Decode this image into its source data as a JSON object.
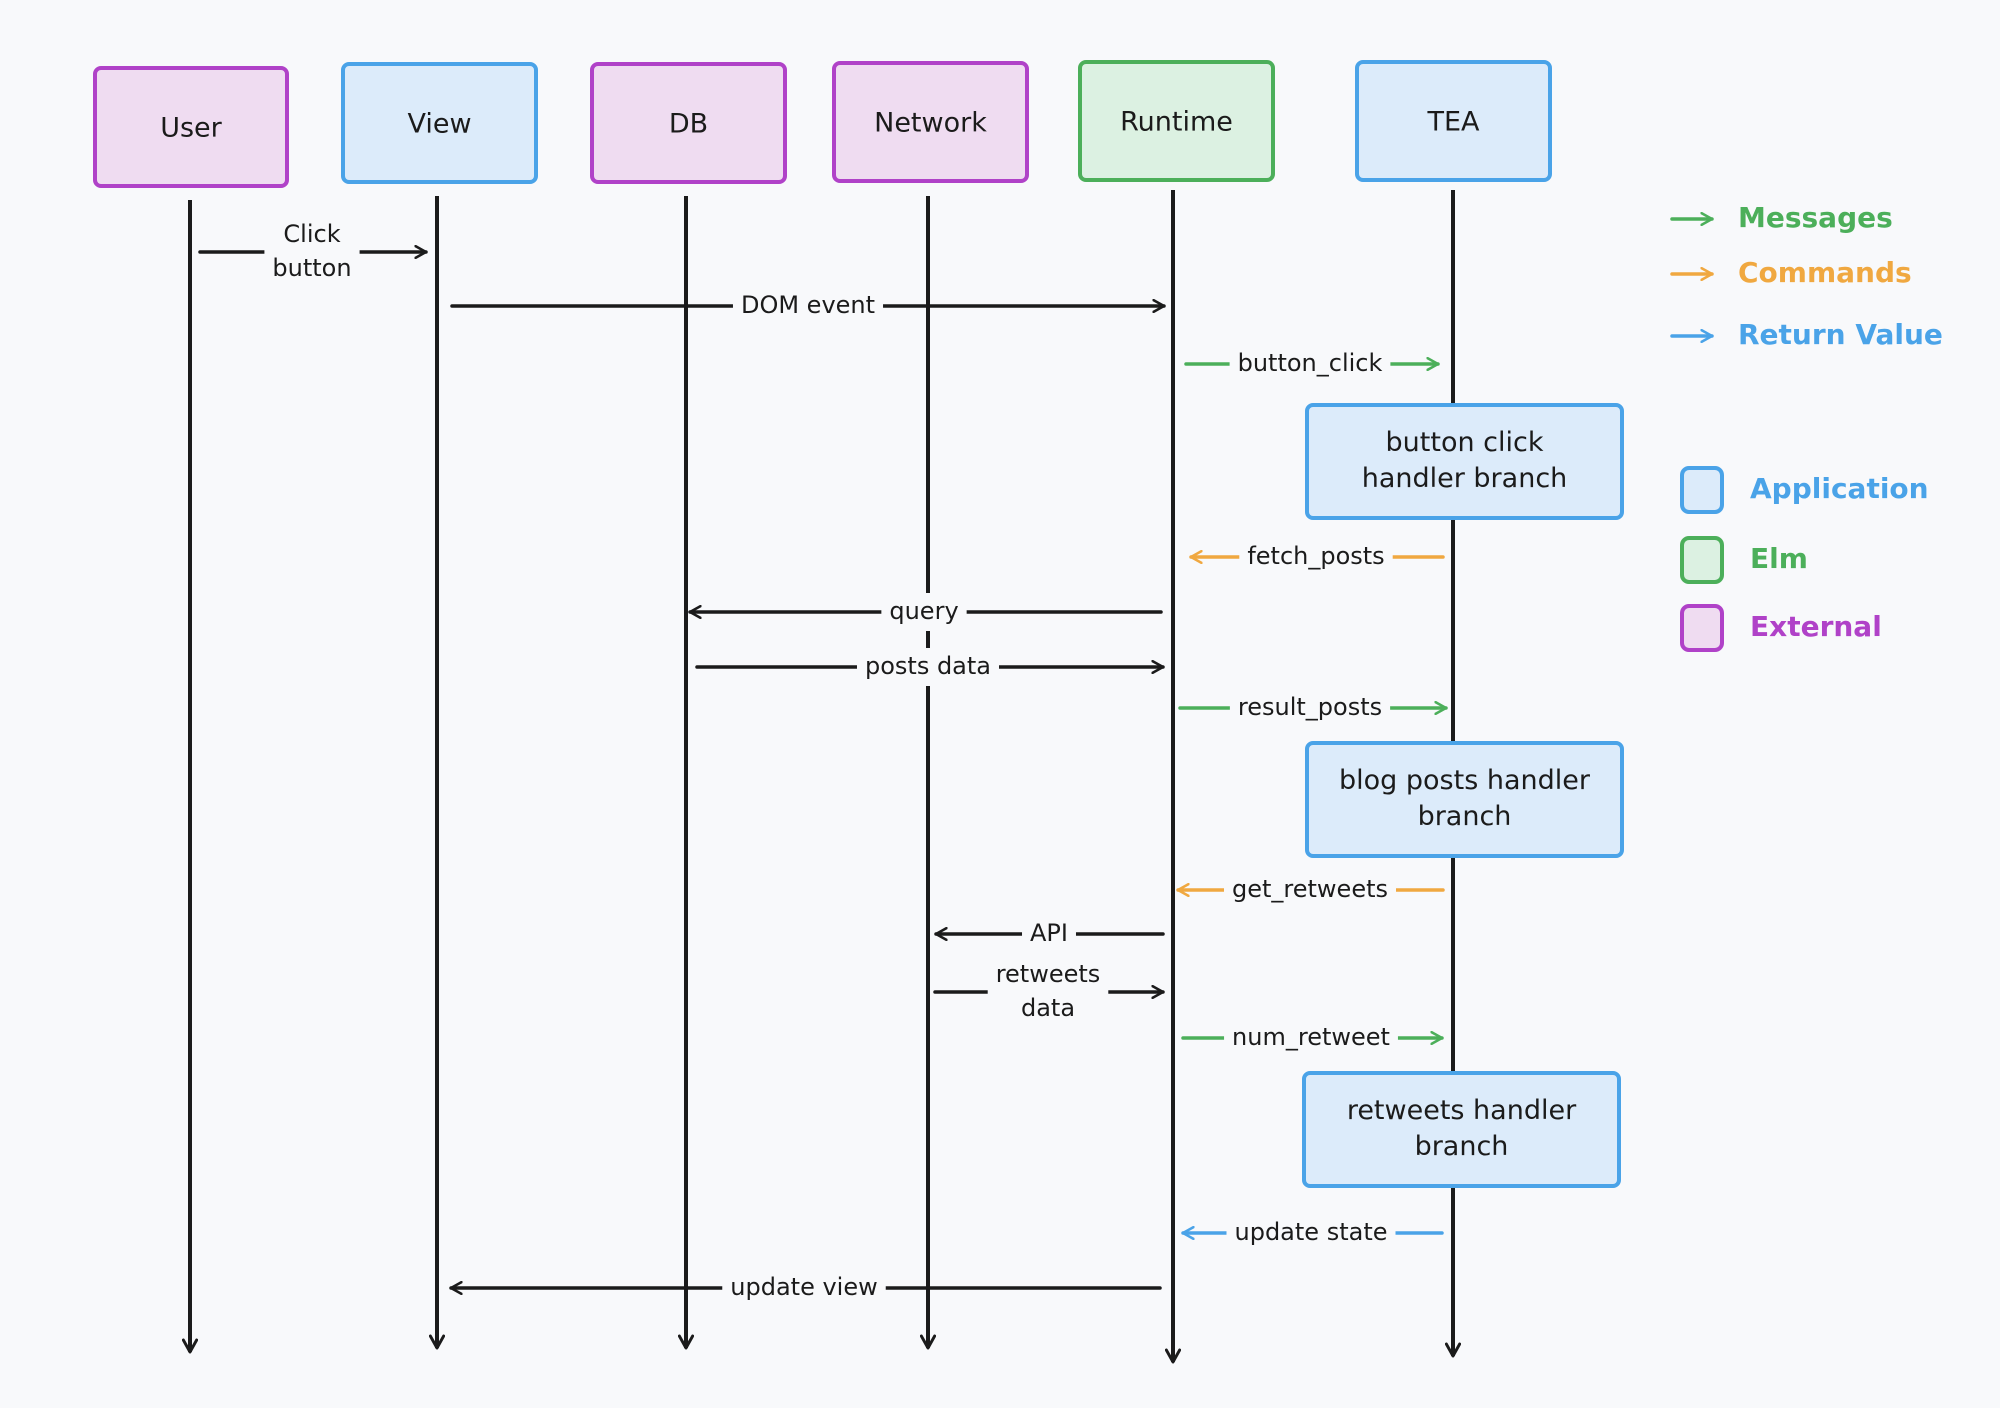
{
  "colors": {
    "black": "#1b1b1b",
    "messages": "#4caf5a",
    "commands": "#f0a840",
    "return_value": "#4aa3e8",
    "application_fill": "#dcebfa",
    "application_stroke": "#4aa3e8",
    "elm_fill": "#dcf1e2",
    "elm_stroke": "#4caf5a",
    "external_fill": "#efdcf1",
    "external_stroke": "#b042c8"
  },
  "participants": [
    {
      "id": "user",
      "label": "User",
      "category": "external"
    },
    {
      "id": "view",
      "label": "View",
      "category": "application"
    },
    {
      "id": "db",
      "label": "DB",
      "category": "external"
    },
    {
      "id": "network",
      "label": "Network",
      "category": "external"
    },
    {
      "id": "runtime",
      "label": "Runtime",
      "category": "elm"
    },
    {
      "id": "tea",
      "label": "TEA",
      "category": "application"
    }
  ],
  "messages": [
    {
      "from": "user",
      "to": "view",
      "label": [
        "Click",
        "button"
      ],
      "kind": "plain"
    },
    {
      "from": "view",
      "to": "runtime",
      "label": [
        "DOM event"
      ],
      "kind": "plain"
    },
    {
      "from": "runtime",
      "to": "tea",
      "label": [
        "button_click"
      ],
      "kind": "messages"
    },
    {
      "from": "tea",
      "to": "runtime",
      "label": [
        "fetch_posts"
      ],
      "kind": "commands"
    },
    {
      "from": "runtime",
      "to": "db",
      "label": [
        "query"
      ],
      "kind": "plain"
    },
    {
      "from": "db",
      "to": "runtime",
      "label": [
        "posts data"
      ],
      "kind": "plain"
    },
    {
      "from": "runtime",
      "to": "tea",
      "label": [
        "result_posts"
      ],
      "kind": "messages"
    },
    {
      "from": "tea",
      "to": "runtime",
      "label": [
        "get_retweets"
      ],
      "kind": "commands"
    },
    {
      "from": "runtime",
      "to": "network",
      "label": [
        "API"
      ],
      "kind": "plain"
    },
    {
      "from": "network",
      "to": "runtime",
      "label": [
        "retweets",
        "data"
      ],
      "kind": "plain"
    },
    {
      "from": "runtime",
      "to": "tea",
      "label": [
        "num_retweet"
      ],
      "kind": "messages"
    },
    {
      "from": "tea",
      "to": "runtime",
      "label": [
        "update state"
      ],
      "kind": "return_value"
    },
    {
      "from": "runtime",
      "to": "view",
      "label": [
        "update view"
      ],
      "kind": "plain"
    }
  ],
  "handlers": [
    {
      "label": [
        "button click",
        "handler branch"
      ]
    },
    {
      "label": [
        "blog posts handler",
        "branch"
      ]
    },
    {
      "label": [
        "retweets handler",
        "branch"
      ]
    }
  ],
  "legend": {
    "arrows": [
      {
        "label": "Messages",
        "kind": "messages"
      },
      {
        "label": "Commands",
        "kind": "commands"
      },
      {
        "label": "Return Value",
        "kind": "return_value"
      }
    ],
    "categories": [
      {
        "label": "Application",
        "category": "application"
      },
      {
        "label": "Elm",
        "category": "elm"
      },
      {
        "label": "External",
        "category": "external"
      }
    ]
  }
}
